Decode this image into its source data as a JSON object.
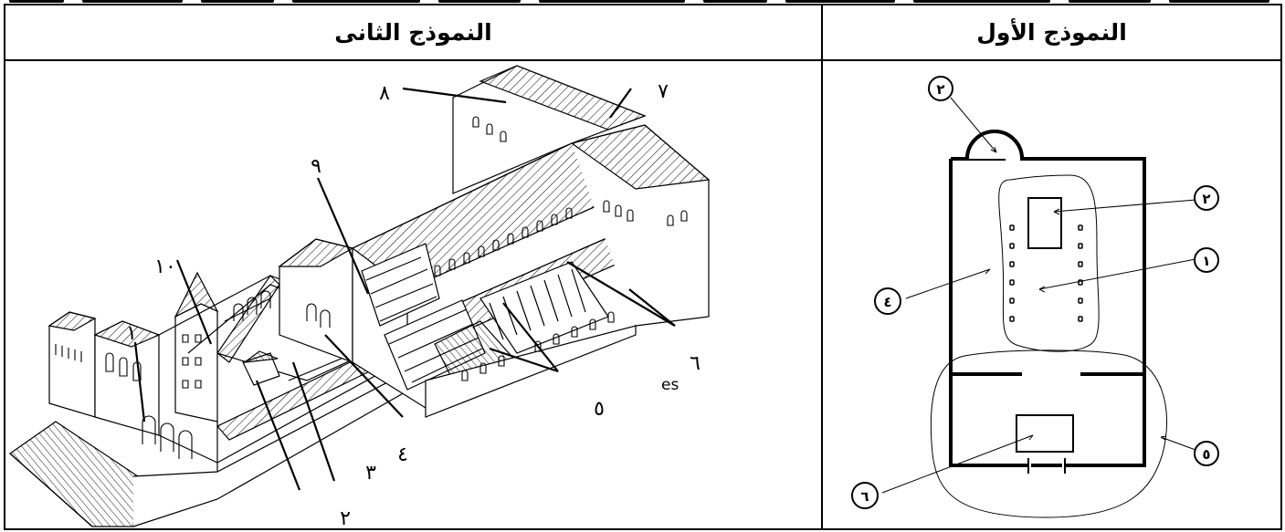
{
  "headers": {
    "model_2": "النموذج الثانى",
    "model_1": "النموذج الأول"
  },
  "model_2_labels": {
    "l1": "١",
    "l2": "٢",
    "l3": "٣",
    "l4": "٤",
    "l5": "٥",
    "l6": "٦",
    "l7": "٧",
    "l8": "٨",
    "l9": "٩",
    "l10": "١٠",
    "stray_text": "es"
  },
  "model_1_labels": {
    "top": "٢",
    "right_upper": "٢",
    "right_middle": "١",
    "left": "٤",
    "right_lower": "٥",
    "left_lower": "٦"
  }
}
